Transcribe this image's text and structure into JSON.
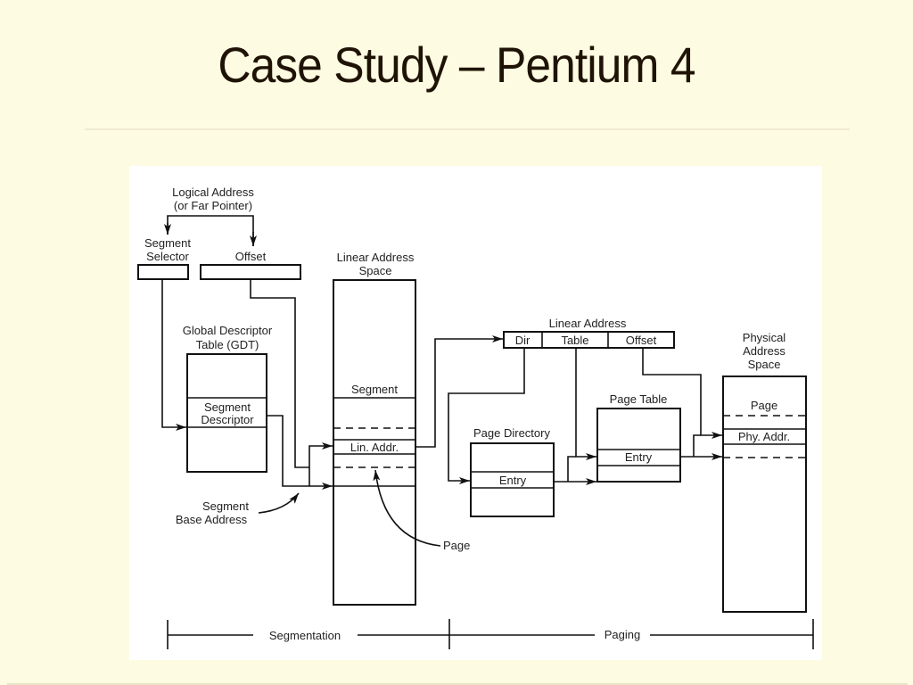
{
  "slide": {
    "title": "Case Study – Pentium 4"
  },
  "diagram": {
    "logical_address": {
      "line1": "Logical Address",
      "line2": "(or Far Pointer)"
    },
    "segment_selector": {
      "line1": "Segment",
      "line2": "Selector"
    },
    "offset": "Offset",
    "gdt": {
      "line1": "Global Descriptor",
      "line2": "Table (GDT)"
    },
    "segment_descriptor": {
      "line1": "Segment",
      "line2": "Descriptor"
    },
    "segment_base_address": {
      "line1": "Segment",
      "line2": "Base Address"
    },
    "linear_address_space": {
      "line1": "Linear Address",
      "line2": "Space"
    },
    "linear_space_segment": "Segment",
    "lin_addr": "Lin. Addr.",
    "page_pointer": "Page",
    "linear_address": {
      "label": "Linear Address",
      "fields": [
        "Dir",
        "Table",
        "Offset"
      ]
    },
    "page_directory": {
      "label": "Page Directory",
      "entry": "Entry"
    },
    "page_table": {
      "label": "Page Table",
      "entry": "Entry"
    },
    "physical_address_space": {
      "line1": "Physical",
      "line2": "Address",
      "line3": "Space",
      "page": "Page",
      "phy_addr": "Phy. Addr."
    },
    "phases": {
      "segmentation": "Segmentation",
      "paging": "Paging"
    }
  }
}
